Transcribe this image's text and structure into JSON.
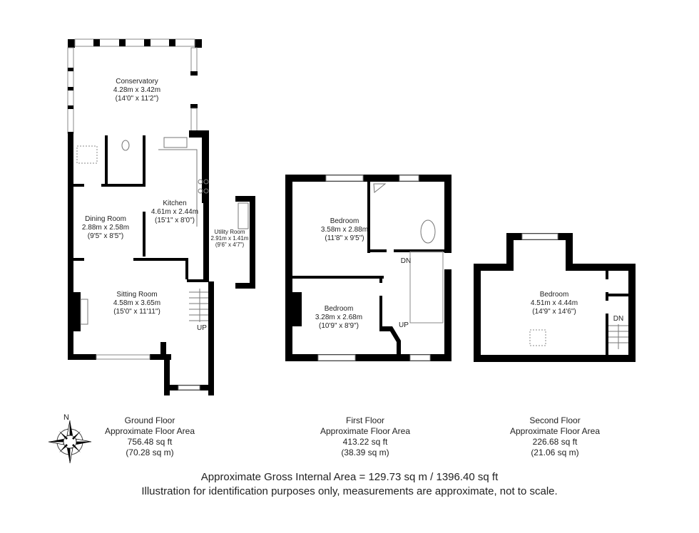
{
  "ground_floor": {
    "rooms": [
      {
        "name": "Conservatory",
        "metric": "4.28m x 3.42m",
        "imperial": "(14'0\" x 11'2\")"
      },
      {
        "name": "Kitchen",
        "metric": "4.61m x 2.44m",
        "imperial": "(15'1\" x 8'0\")"
      },
      {
        "name": "Dining Room",
        "metric": "2.88m x 2.58m",
        "imperial": "(9'5\" x 8'5\")"
      },
      {
        "name": "Utility Room",
        "metric": "2.91m x 1.41m",
        "imperial": "(9'6\" x 4'7\")"
      },
      {
        "name": "Sitting Room",
        "metric": "4.58m x 3.65m",
        "imperial": "(15'0\" x 11'11\")"
      }
    ],
    "stair_label": "UP",
    "title": "Ground Floor",
    "area_label": "Approximate Floor Area",
    "sq_ft": "756.48 sq ft",
    "sq_m": "(70.28 sq m)"
  },
  "first_floor": {
    "rooms": [
      {
        "name": "Bedroom",
        "metric": "3.58m x 2.88m",
        "imperial": "(11'8\" x 9'5\")"
      },
      {
        "name": "Bedroom",
        "metric": "3.28m x 2.68m",
        "imperial": "(10'9\" x 8'9\")"
      }
    ],
    "stair_down": "DN",
    "stair_up": "UP",
    "title": "First Floor",
    "area_label": "Approximate Floor Area",
    "sq_ft": "413.22 sq ft",
    "sq_m": "(38.39 sq m)"
  },
  "second_floor": {
    "rooms": [
      {
        "name": "Bedroom",
        "metric": "4.51m x 4.44m",
        "imperial": "(14'9\" x 14'6\")"
      }
    ],
    "stair_down": "DN",
    "title": "Second Floor",
    "area_label": "Approximate Floor Area",
    "sq_ft": "226.68 sq ft",
    "sq_m": "(21.06 sq m)"
  },
  "compass": {
    "north_label": "N"
  },
  "footer": {
    "gross_area": "Approximate Gross Internal Area = 129.73 sq m / 1396.40 sq ft",
    "disclaimer": "Illustration for identification purposes only, measurements are approximate, not to scale."
  },
  "colors": {
    "wall": "#000000",
    "fixture": "#777777",
    "text": "#222222"
  }
}
